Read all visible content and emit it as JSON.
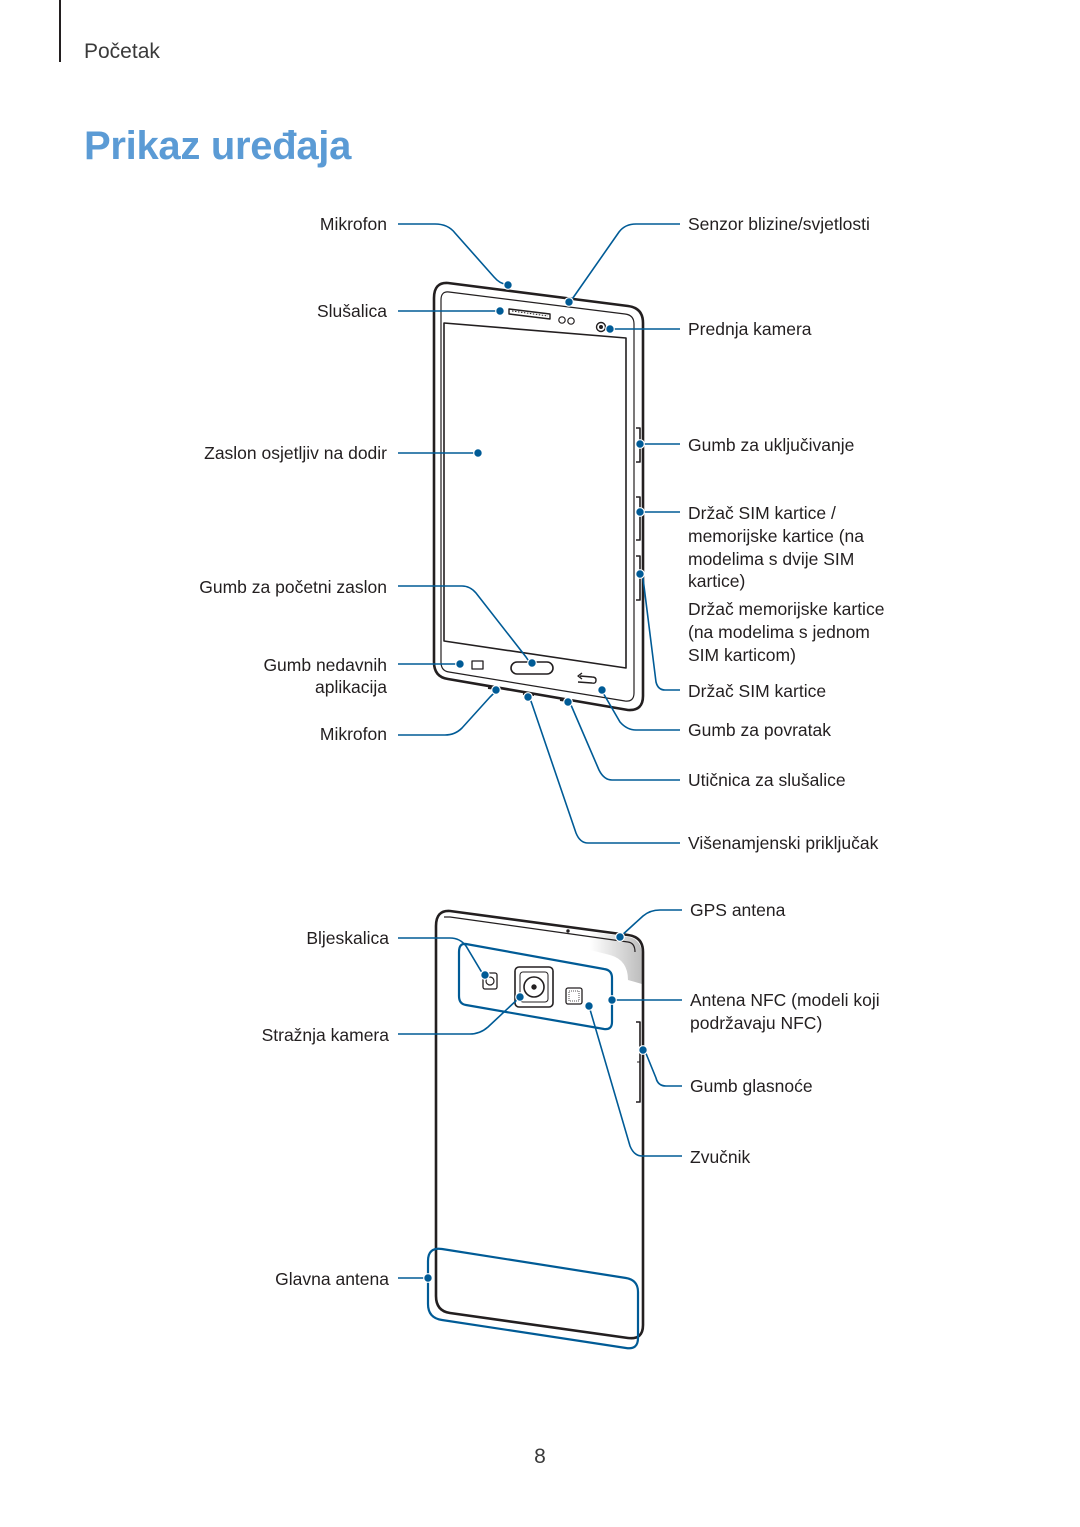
{
  "header": {
    "section": "Početak"
  },
  "page": {
    "title": "Prikaz uređaja",
    "number": "8"
  },
  "front": {
    "labels": {
      "mic_top": "Mikrofon",
      "earpiece": "Slušalica",
      "touchscreen": "Zaslon osjetljiv na dodir",
      "home": "Gumb za početni zaslon",
      "recent_1": "Gumb nedavnih",
      "recent_2": "aplikacija",
      "mic_bottom": "Mikrofon",
      "proximity": "Senzor blizine/svjetlosti",
      "front_camera": "Prednja kamera",
      "power": "Gumb za uključivanje",
      "sim_tray_1": "Držač SIM kartice /",
      "sim_tray_2": "memorijske kartice (na",
      "sim_tray_3": "modelima s dvije SIM",
      "sim_tray_4": "kartice)",
      "mem_tray_1": "Držač memorijske kartice",
      "mem_tray_2": "(na modelima s jednom",
      "mem_tray_3": "SIM karticom)",
      "sim_tray_single": "Držač SIM kartice",
      "back_button": "Gumb za povratak",
      "headset_jack": "Utičnica za slušalice",
      "multipurpose_jack": "Višenamjenski priključak"
    }
  },
  "rear": {
    "labels": {
      "flash": "Bljeskalica",
      "rear_camera": "Stražnja kamera",
      "main_antenna": "Glavna antena",
      "gps_antenna": "GPS antena",
      "nfc_antenna_1": "Antena NFC (modeli koji",
      "nfc_antenna_2": "podržavaju NFC)",
      "volume": "Gumb glasnoće",
      "speaker": "Zvučnik"
    }
  },
  "colors": {
    "accent": "#5b9bd5",
    "callout": "#005b96",
    "outline": "#231f20"
  }
}
